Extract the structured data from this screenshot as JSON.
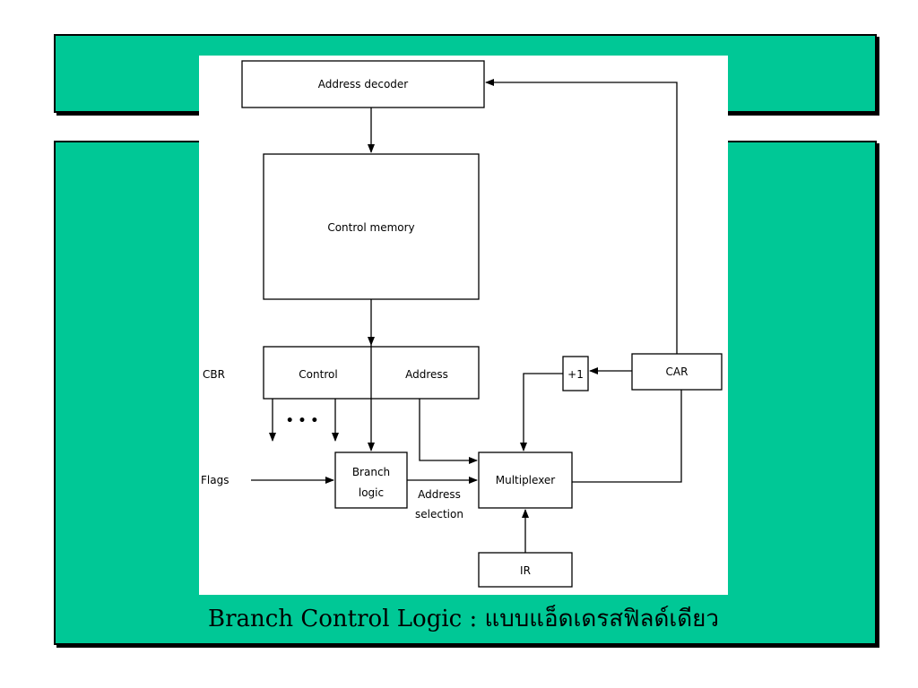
{
  "diagram": {
    "blocks": {
      "address_decoder": "Address decoder",
      "control_memory": "Control memory",
      "cbr_label": "CBR",
      "cbr_control": "Control",
      "cbr_address": "Address",
      "plus_one": "+1",
      "car": "CAR",
      "branch_logic_line1": "Branch",
      "branch_logic_line2": "logic",
      "multiplexer": "Multiplexer",
      "ir": "IR"
    },
    "labels": {
      "flags": "Flags",
      "address_selection_line1": "Address",
      "address_selection_line2": "selection",
      "ellipsis": "• • •"
    }
  },
  "caption": "Branch Control Logic : แบบแอ็ดเดรสฟิลด์เดียว",
  "colors": {
    "panel": "#00c896",
    "figure_bg": "#ffffff",
    "stroke": "#000000"
  }
}
